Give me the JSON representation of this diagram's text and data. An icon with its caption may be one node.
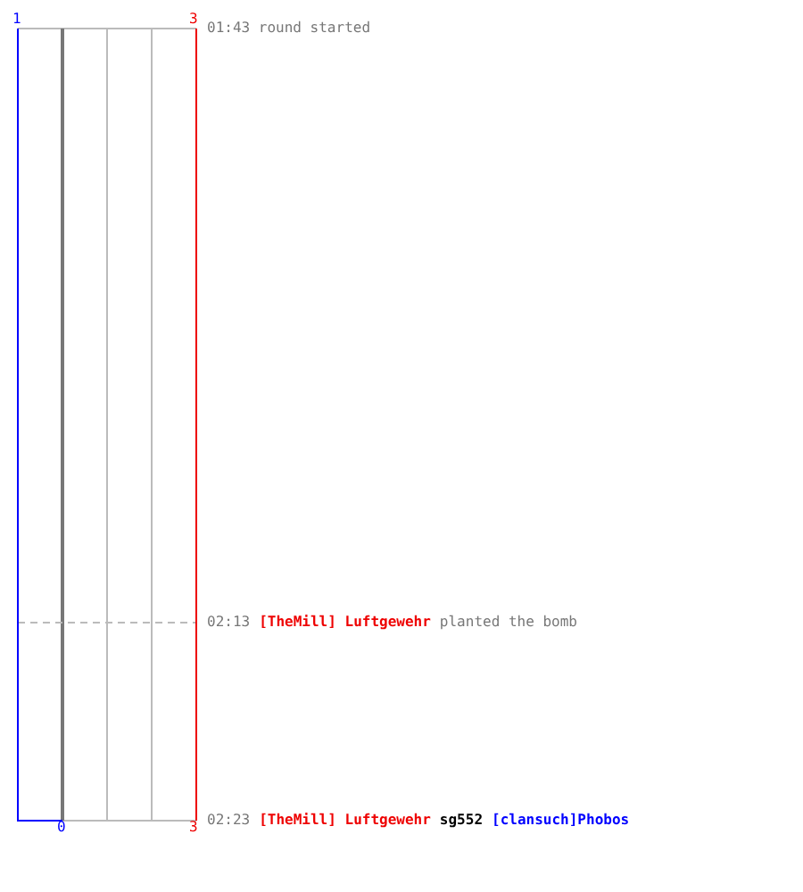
{
  "diagram": {
    "labels": [
      "1",
      "3",
      "01:43 round started",
      "02:13",
      "[TheMill] Luftgewehr",
      "planted the bomb",
      "02:23",
      "[TheMill] Luftgewehr",
      "sg552",
      "[clansuch]Phobos",
      "0",
      "3"
    ]
  }
}
